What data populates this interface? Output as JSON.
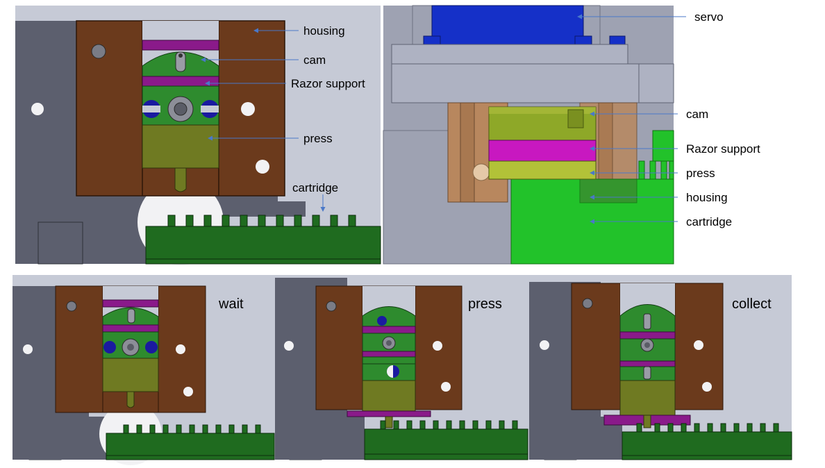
{
  "top_left": {
    "labels": {
      "housing": "housing",
      "cam": "cam",
      "razor_support": "Razor support",
      "press": "press",
      "cartridge": "cartridge"
    }
  },
  "top_right": {
    "labels": {
      "servo": "servo",
      "cam": "cam",
      "razor_support": "Razor support",
      "press": "press",
      "housing": "housing",
      "cartridge": "cartridge"
    }
  },
  "bottom": {
    "stages": [
      "wait",
      "press",
      "collect"
    ]
  },
  "colors": {
    "housing": "#6b3a1c",
    "cam": "#2e8b2e",
    "razor_support": "#8a1a8a",
    "press": "#6f7a22",
    "cartridge": "#1f6b1f",
    "frame": "#5c5f6e",
    "background": "#c6cad6",
    "servo": "#1530c8",
    "arrow": "#4a78c8"
  }
}
